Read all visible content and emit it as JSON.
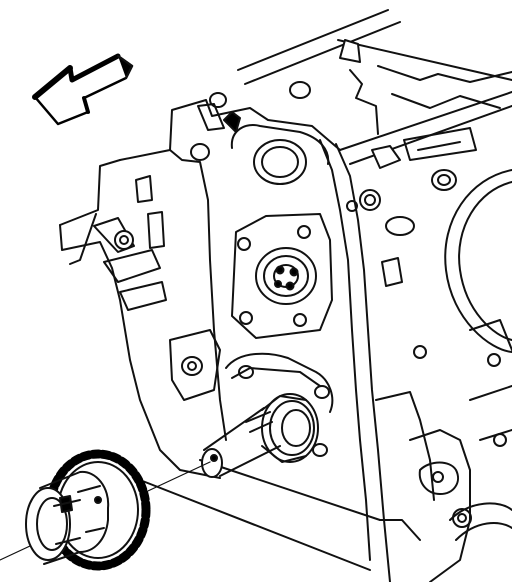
{
  "diagram": {
    "colors": {
      "line": "#111111",
      "fill": "#ffffff",
      "dark": "#000000"
    },
    "parts": [
      {
        "id": "engine-block",
        "icon": "engine-block-icon"
      },
      {
        "id": "camshaft-snout",
        "icon": "camshaft-icon"
      },
      {
        "id": "camshaft-sprocket",
        "icon": "sprocket-icon"
      },
      {
        "id": "front-direction-arrow",
        "icon": "arrow-icon"
      }
    ]
  }
}
